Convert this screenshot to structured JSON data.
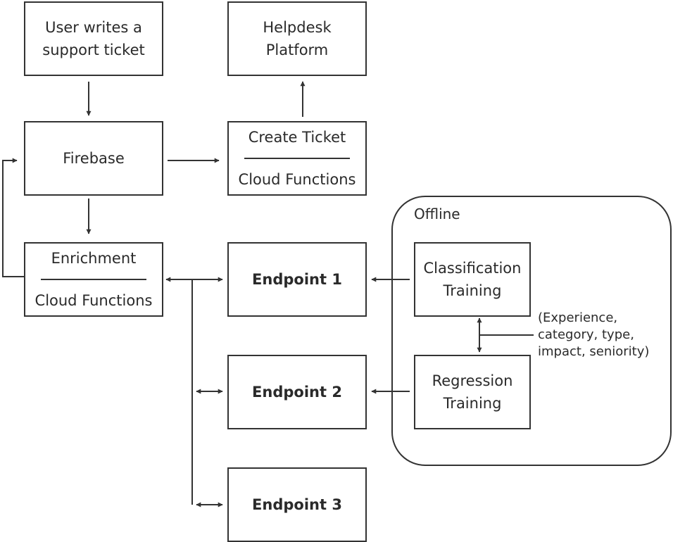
{
  "nodes": {
    "user_ticket": {
      "label": "User writes a\nsupport ticket"
    },
    "helpdesk": {
      "label": "Helpdesk\nPlatform"
    },
    "firebase": {
      "label": "Firebase"
    },
    "create_ticket": {
      "top": "Create Ticket",
      "bottom": "Cloud Functions"
    },
    "enrichment": {
      "top": "Enrichment",
      "bottom": "Cloud Functions"
    },
    "endpoint_1": {
      "label": "Endpoint 1"
    },
    "endpoint_2": {
      "label": "Endpoint 2"
    },
    "endpoint_3": {
      "label": "Endpoint 3"
    },
    "classification": {
      "label": "Classification\nTraining"
    },
    "regression": {
      "label": "Regression\nTraining"
    }
  },
  "offline_group": {
    "label": "Offline"
  },
  "annotation": {
    "text": "(Experience,\ncategory, type,\nimpact, seniority)"
  },
  "colors": {
    "stroke": "#333333",
    "text": "#2a2a2a",
    "background": "#ffffff"
  }
}
